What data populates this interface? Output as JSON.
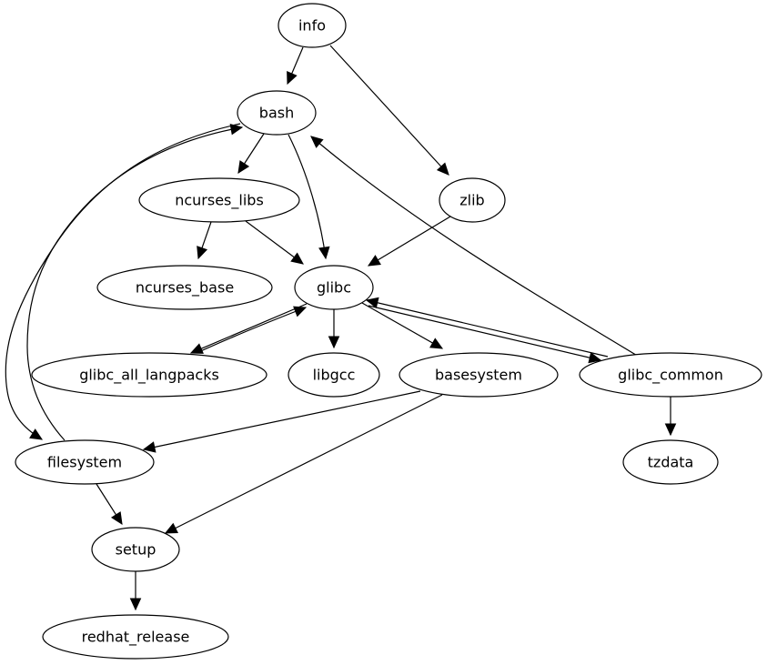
{
  "graph": {
    "type": "directed-dependency-graph",
    "nodes": [
      {
        "id": "info",
        "label": "info"
      },
      {
        "id": "bash",
        "label": "bash"
      },
      {
        "id": "zlib",
        "label": "zlib"
      },
      {
        "id": "ncurses_libs",
        "label": "ncurses_libs"
      },
      {
        "id": "ncurses_base",
        "label": "ncurses_base"
      },
      {
        "id": "glibc",
        "label": "glibc"
      },
      {
        "id": "glibc_all_langpacks",
        "label": "glibc_all_langpacks"
      },
      {
        "id": "libgcc",
        "label": "libgcc"
      },
      {
        "id": "basesystem",
        "label": "basesystem"
      },
      {
        "id": "glibc_common",
        "label": "glibc_common"
      },
      {
        "id": "filesystem",
        "label": "filesystem"
      },
      {
        "id": "tzdata",
        "label": "tzdata"
      },
      {
        "id": "setup",
        "label": "setup"
      },
      {
        "id": "redhat_release",
        "label": "redhat_release"
      }
    ],
    "edges": [
      {
        "from": "info",
        "to": "bash"
      },
      {
        "from": "info",
        "to": "zlib"
      },
      {
        "from": "bash",
        "to": "ncurses_libs"
      },
      {
        "from": "bash",
        "to": "glibc"
      },
      {
        "from": "bash",
        "to": "filesystem"
      },
      {
        "from": "filesystem",
        "to": "bash"
      },
      {
        "from": "glibc_common",
        "to": "bash"
      },
      {
        "from": "zlib",
        "to": "glibc"
      },
      {
        "from": "ncurses_libs",
        "to": "ncurses_base"
      },
      {
        "from": "ncurses_libs",
        "to": "glibc"
      },
      {
        "from": "glibc",
        "to": "glibc_all_langpacks"
      },
      {
        "from": "glibc_all_langpacks",
        "to": "glibc"
      },
      {
        "from": "glibc",
        "to": "libgcc"
      },
      {
        "from": "glibc",
        "to": "basesystem"
      },
      {
        "from": "glibc",
        "to": "glibc_common"
      },
      {
        "from": "glibc_common",
        "to": "glibc"
      },
      {
        "from": "glibc_common",
        "to": "tzdata"
      },
      {
        "from": "basesystem",
        "to": "filesystem"
      },
      {
        "from": "basesystem",
        "to": "setup"
      },
      {
        "from": "filesystem",
        "to": "setup"
      },
      {
        "from": "setup",
        "to": "redhat_release"
      }
    ]
  }
}
